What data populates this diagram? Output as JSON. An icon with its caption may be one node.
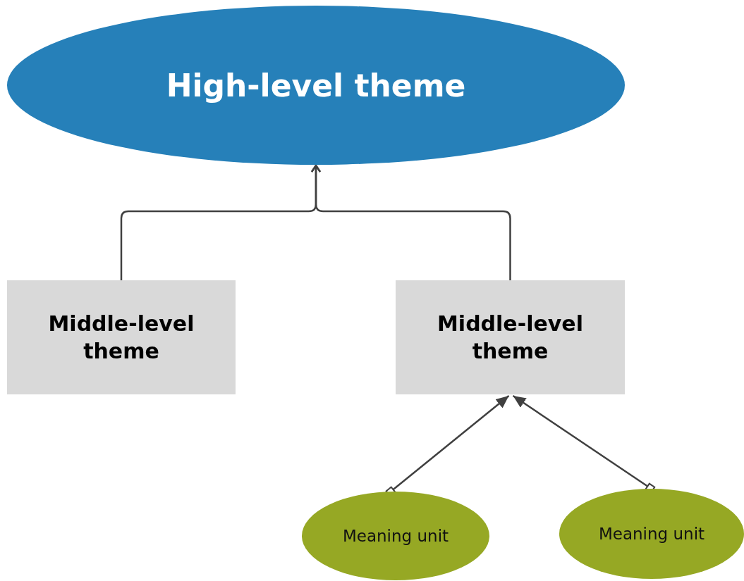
{
  "diagram": {
    "nodes": [
      {
        "text": [
          "High-level theme"
        ]
      },
      {
        "text": [
          "Middle-level theme"
        ]
      },
      {
        "text": [
          "Middle-level theme"
        ]
      },
      {
        "text": [
          "Meaning unit"
        ]
      },
      {
        "text": [
          "Meaning unit"
        ]
      }
    ],
    "edges": [
      {
        "from": 1,
        "to": 0,
        "arrow": "to"
      },
      {
        "from": 2,
        "to": 0,
        "arrow": "to"
      },
      {
        "from": 3,
        "to": 2,
        "arrow": "to"
      },
      {
        "from": 4,
        "to": 2,
        "arrow": "to"
      }
    ]
  }
}
